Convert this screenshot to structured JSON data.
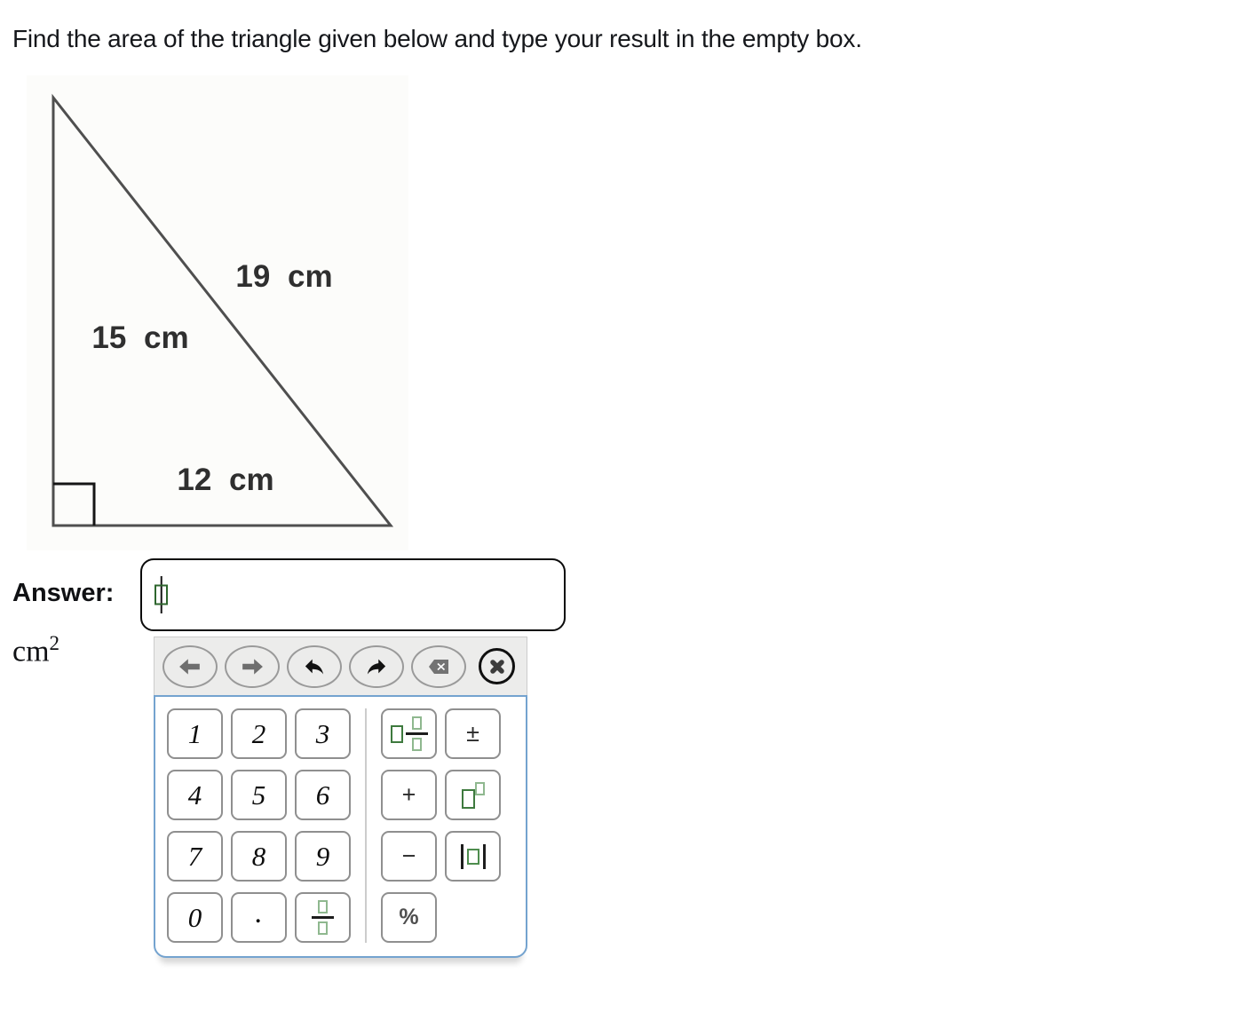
{
  "title": "Find the area of the triangle given below and type your result in the empty box.",
  "figure": {
    "type": "right-triangle",
    "labels": {
      "height": "15 cm",
      "hypotenuse": "19 cm",
      "base": "12 cm"
    }
  },
  "answer": {
    "label": "Answer:",
    "value": "",
    "unit_base": "cm",
    "unit_exponent": "2"
  },
  "keypad": {
    "toolbar": [
      {
        "name": "move-cursor-left",
        "icon": "arrow-left-icon"
      },
      {
        "name": "move-cursor-right",
        "icon": "arrow-right-icon"
      },
      {
        "name": "undo",
        "icon": "undo-icon"
      },
      {
        "name": "redo",
        "icon": "redo-icon"
      },
      {
        "name": "backspace",
        "icon": "backspace-icon"
      },
      {
        "name": "close-keypad",
        "icon": "close-icon"
      }
    ],
    "digits": [
      [
        "1",
        "2",
        "3"
      ],
      [
        "4",
        "5",
        "6"
      ],
      [
        "7",
        "8",
        "9"
      ]
    ],
    "zero": "0",
    "decimal": ".",
    "operators": {
      "plus_minus": "±",
      "plus": "+",
      "minus": "−",
      "percent": "%"
    },
    "special_keys": [
      "mixed-fraction",
      "exponent",
      "absolute-value",
      "fraction"
    ]
  },
  "colors": {
    "keypad_border_blue": "#74a3cf",
    "toolbar_background": "#ececeb",
    "placeholder_green_dark": "#3e7a3e",
    "placeholder_green_light": "#8fb88f",
    "triangle_stroke": "#4f4f4f"
  }
}
